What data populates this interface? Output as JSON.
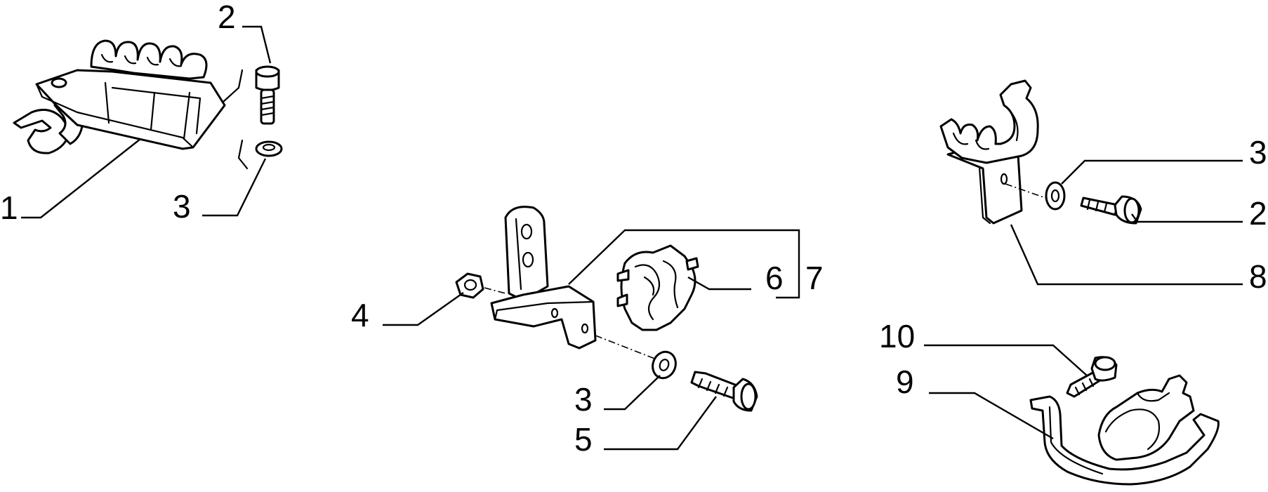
{
  "labels": {
    "c1": "1",
    "c2": "2",
    "c3a": "3",
    "c4": "4",
    "c3b": "3",
    "c5": "5",
    "c6": "6",
    "c7": "7",
    "c3c": "3",
    "c2b": "2",
    "c8": "8",
    "c10": "10",
    "c9": "9"
  },
  "icons": [
    "bracket-with-pipe-clip",
    "hex-bolt",
    "washer",
    "nut",
    "angle-bracket",
    "pipe-clip",
    "u-bracket"
  ]
}
